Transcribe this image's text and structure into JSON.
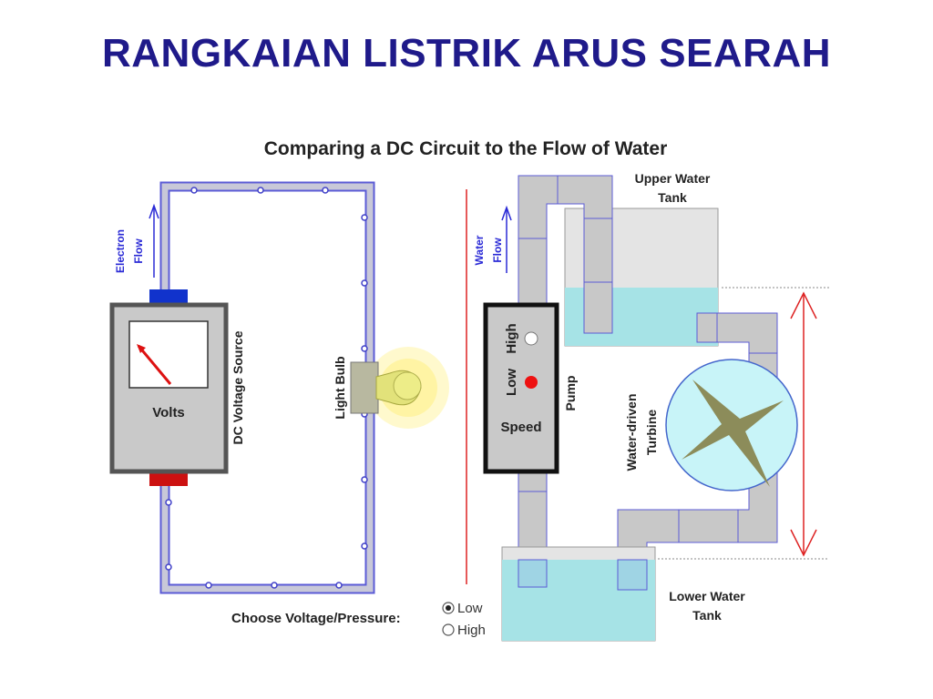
{
  "slide_title": "RANGKAIAN LISTRIK ARUS SEARAH",
  "diagram_title": "Comparing a DC Circuit to the Flow of Water",
  "labels": {
    "electron_flow_1": "Electron",
    "electron_flow_2": "Flow",
    "water_flow_1": "Water",
    "water_flow_2": "Flow",
    "volts": "Volts",
    "dc_voltage_source": "DC Voltage Source",
    "light_bulb": "Light Bulb",
    "upper_tank_1": "Upper Water",
    "upper_tank_2": "Tank",
    "lower_tank_1": "Lower Water",
    "lower_tank_2": "Tank",
    "pump": "Pump",
    "pump_high": "High",
    "pump_low": "Low",
    "pump_speed": "Speed",
    "turbine_1": "Water-driven",
    "turbine_2": "Turbine"
  },
  "controls": {
    "choose_label": "Choose Voltage/Pressure:",
    "options": [
      {
        "label": "Low",
        "selected": true
      },
      {
        "label": "High",
        "selected": false
      }
    ]
  },
  "colors": {
    "title": "#1f1a8a",
    "wire_fill": "#c8c8d8",
    "wire_stroke": "#5b5bd6",
    "flow_arrow": "#2a2ad6",
    "water": "#a6e3e6",
    "pipe": "#c8c8c8",
    "turbine": "#8c8c5a",
    "terminal_positive": "#cc1111",
    "terminal_negative": "#1133cc",
    "height_arrow": "#dd2222"
  }
}
